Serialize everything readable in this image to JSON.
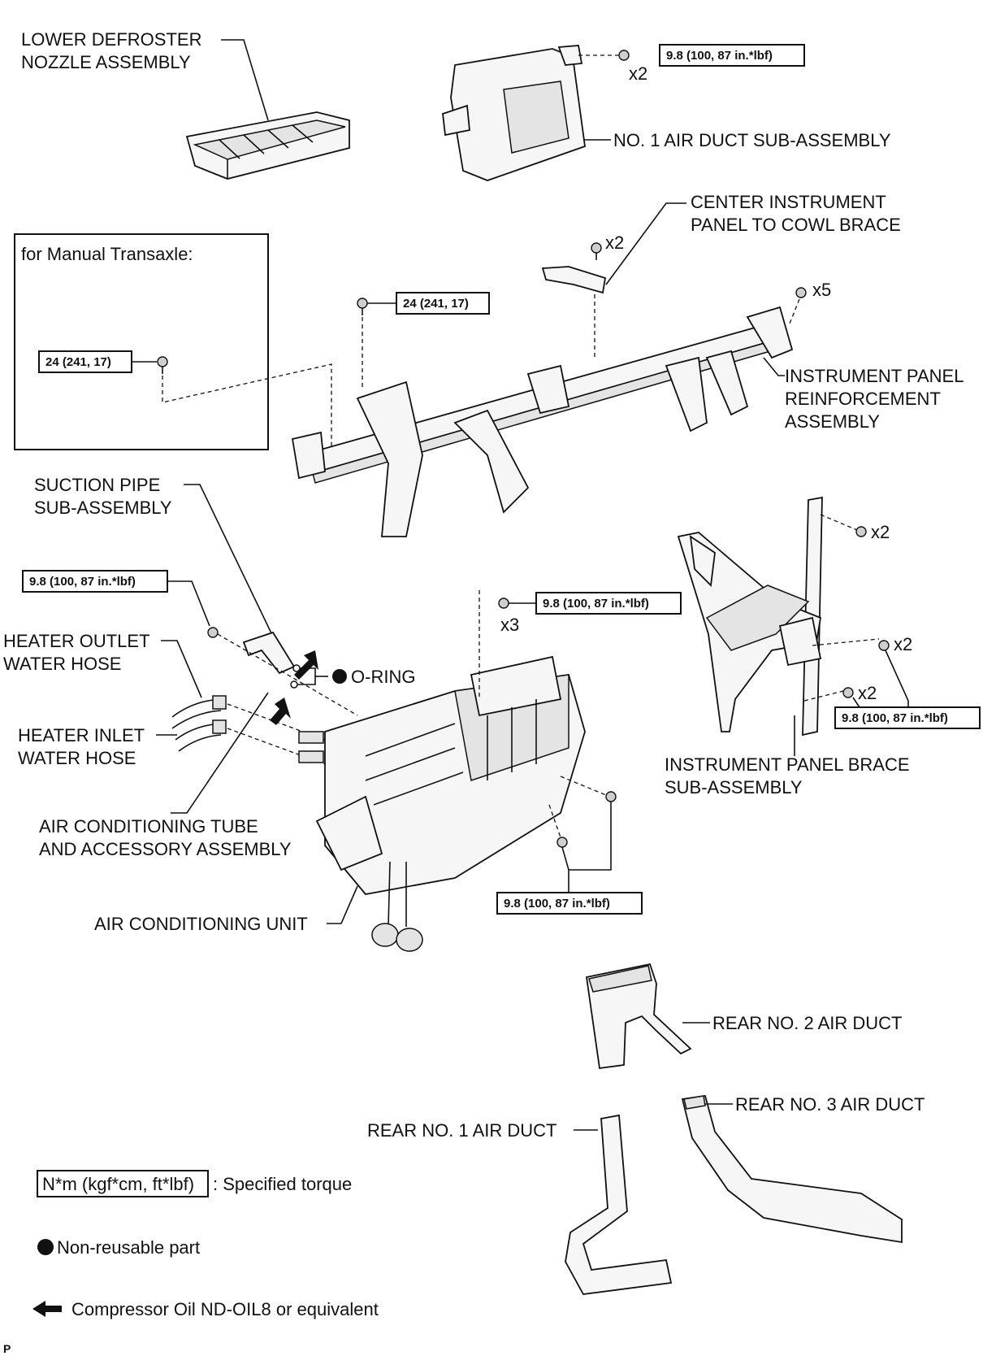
{
  "labels": {
    "lower_defroster": [
      "LOWER DEFROSTER",
      "NOZZLE ASSEMBLY"
    ],
    "no1_air_duct": "NO. 1 AIR DUCT SUB-ASSEMBLY",
    "center_brace": [
      "CENTER INSTRUMENT",
      "PANEL TO COWL BRACE"
    ],
    "reinforcement": [
      "INSTRUMENT PANEL",
      "REINFORCEMENT",
      "ASSEMBLY"
    ],
    "manual_transaxle": "for Manual Transaxle:",
    "suction_pipe": [
      "SUCTION PIPE",
      "SUB-ASSEMBLY"
    ],
    "heater_outlet": [
      "HEATER OUTLET",
      "WATER HOSE"
    ],
    "heater_inlet": [
      "HEATER INLET",
      "WATER HOSE"
    ],
    "o_ring": "O-RING",
    "ac_tube": [
      "AIR CONDITIONING TUBE",
      "AND ACCESSORY ASSEMBLY"
    ],
    "ac_unit": "AIR CONDITIONING UNIT",
    "brace_sub": [
      "INSTRUMENT PANEL BRACE",
      "SUB-ASSEMBLY"
    ],
    "rear_no2": "REAR NO. 2 AIR DUCT",
    "rear_no1": "REAR NO. 1 AIR DUCT",
    "rear_no3": "REAR NO. 3 AIR DUCT"
  },
  "torques": {
    "t98": "9.8 (100, 87 in.*lbf)",
    "t24": "24 (241, 17)"
  },
  "quantities": {
    "x2": "x2",
    "x3": "x3",
    "x5": "x5"
  },
  "legend": {
    "torque_box": "N*m (kgf*cm, ft*lbf)",
    "torque_text": ": Specified torque",
    "non_reusable": "Non-reusable part",
    "oil": "Compressor Oil ND-OIL8 or equivalent"
  },
  "footer_code": "P"
}
